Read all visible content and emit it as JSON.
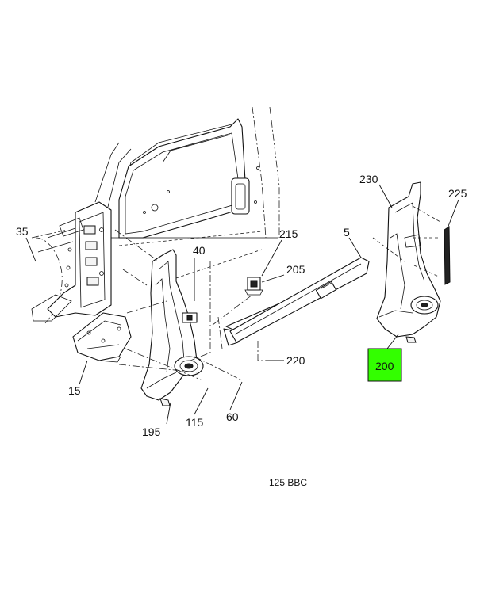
{
  "diagram": {
    "footer_code": "125 BBC",
    "highlight_color": "#33ff00",
    "callouts": {
      "c35": "35",
      "c15": "15",
      "c40": "40",
      "c195": "195",
      "c115": "115",
      "c60": "60",
      "c215": "215",
      "c205": "205",
      "c5": "5",
      "c220": "220",
      "c230": "230",
      "c225": "225",
      "c200": "200"
    }
  }
}
